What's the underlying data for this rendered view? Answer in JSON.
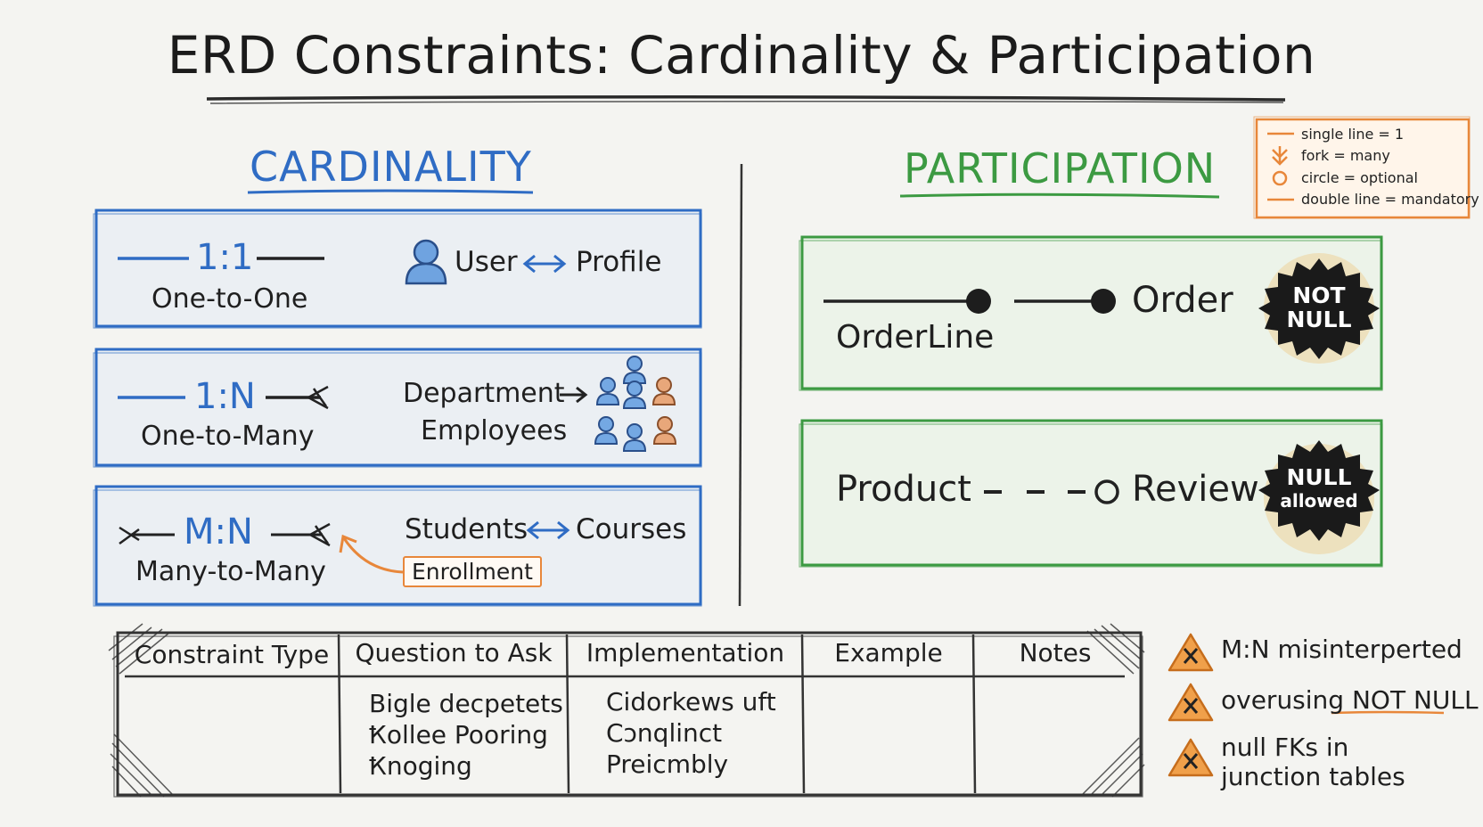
{
  "title": "ERD Constraints: Cardinality & Participation",
  "cardinality": {
    "heading": "CARDINALITY",
    "rows": [
      {
        "symbol": "1:1",
        "name": "One-to-One",
        "left_entity": "User",
        "right_entity": "Profile"
      },
      {
        "symbol": "1:N",
        "name": "One-to-Many",
        "left_entity": "Department",
        "right_entity": "Employees"
      },
      {
        "symbol": "M:N",
        "name": "Many-to-Many",
        "left_entity": "Students",
        "right_entity": "Courses",
        "junction": "Enrollment"
      }
    ]
  },
  "participation": {
    "heading": "PARTICIPATION",
    "mandatory": {
      "left_entity": "OrderLine",
      "right_entity": "Order",
      "badge_line1": "NOT",
      "badge_line2": "NULL"
    },
    "optional": {
      "left_entity": "Product",
      "right_entity": "Review",
      "badge_line1": "NULL",
      "badge_line2": "allowed"
    }
  },
  "legend": [
    {
      "icon": "single-line",
      "text": "single line = 1"
    },
    {
      "icon": "fork",
      "text": "fork = many"
    },
    {
      "icon": "circle",
      "text": "circle = optional"
    },
    {
      "icon": "double-line",
      "text": "double line = mandatory"
    }
  ],
  "table": {
    "headers": [
      "Constraint Type",
      "Question to Ask",
      "Implementation",
      "Example",
      "Notes"
    ],
    "rows": [
      [
        "",
        "Bigle decpetets\nҞollee Pooring\nҞnoging",
        "Cidorkews uft\nCɔnqlinct\nPreicmbly",
        "",
        ""
      ]
    ]
  },
  "warnings": [
    {
      "text": "M:N misinterperted"
    },
    {
      "text": "overusing ",
      "highlight": "NOT NULL"
    },
    {
      "text": "null FKs in\njunction tables"
    }
  ],
  "colors": {
    "blue": "#2f6cc4",
    "green": "#3c9a42",
    "orange": "#e8873a",
    "ink": "#1f1f1f"
  }
}
